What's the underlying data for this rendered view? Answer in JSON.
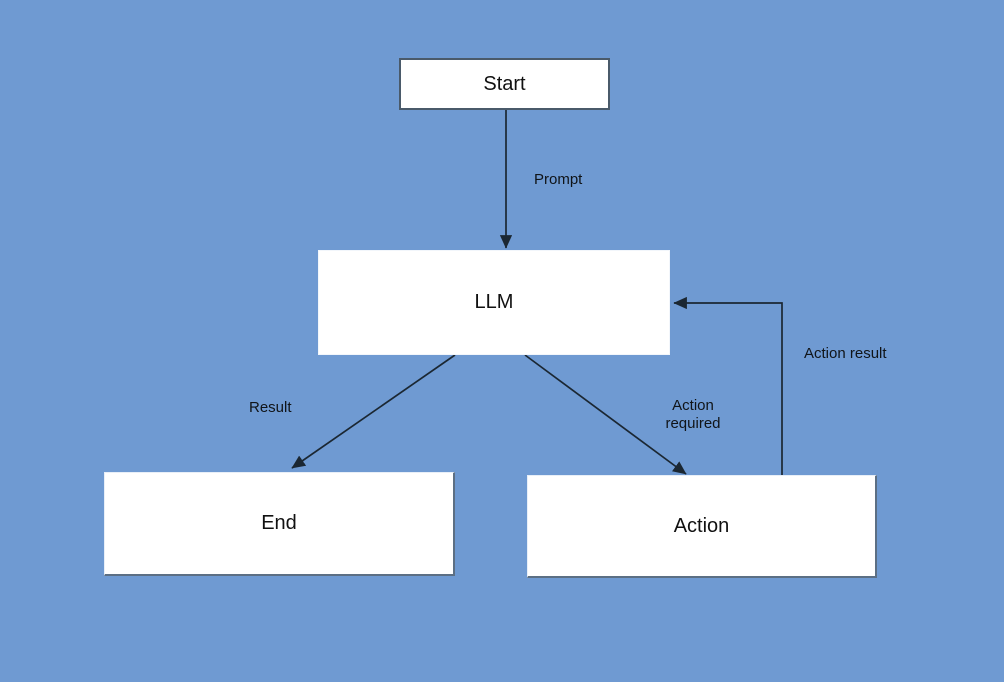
{
  "diagram": {
    "title": "LLM agent loop flowchart",
    "background_color": "#6f9ad2",
    "node_fill_color": "#ffffff",
    "edge_color": "#1b2732",
    "nodes": [
      {
        "id": "start",
        "label": "Start"
      },
      {
        "id": "llm",
        "label": "LLM"
      },
      {
        "id": "end",
        "label": "End"
      },
      {
        "id": "action",
        "label": "Action"
      }
    ],
    "edges": [
      {
        "id": "start-to-llm",
        "from": "start",
        "to": "llm",
        "label": "Prompt"
      },
      {
        "id": "llm-to-end",
        "from": "llm",
        "to": "end",
        "label": "Result"
      },
      {
        "id": "llm-to-action",
        "from": "llm",
        "to": "action",
        "label": "Action\nrequired"
      },
      {
        "id": "action-to-llm",
        "from": "action",
        "to": "llm",
        "label": "Action result"
      }
    ]
  }
}
